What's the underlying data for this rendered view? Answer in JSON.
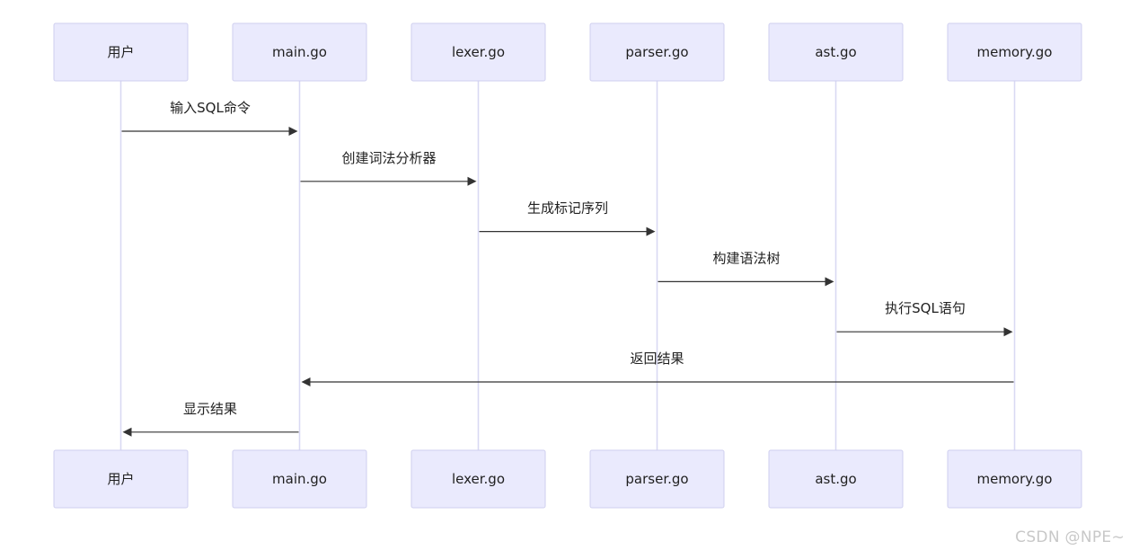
{
  "participants": [
    {
      "id": "user",
      "label": "用户"
    },
    {
      "id": "main",
      "label": "main.go"
    },
    {
      "id": "lexer",
      "label": "lexer.go"
    },
    {
      "id": "parser",
      "label": "parser.go"
    },
    {
      "id": "ast",
      "label": "ast.go"
    },
    {
      "id": "memory",
      "label": "memory.go"
    }
  ],
  "messages": [
    {
      "from": 0,
      "to": 1,
      "label": "输入SQL命令"
    },
    {
      "from": 1,
      "to": 2,
      "label": "创建词法分析器"
    },
    {
      "from": 2,
      "to": 3,
      "label": "生成标记序列"
    },
    {
      "from": 3,
      "to": 4,
      "label": "构建语法树"
    },
    {
      "from": 4,
      "to": 5,
      "label": "执行SQL语句"
    },
    {
      "from": 5,
      "to": 1,
      "label": "返回结果"
    },
    {
      "from": 1,
      "to": 0,
      "label": "显示结果"
    }
  ],
  "watermark": "CSDN @NPE~",
  "colors": {
    "actor_fill": "#eaeafd",
    "actor_border": "#cfcfef",
    "lifeline": "#d9d9f3",
    "arrow": "#333333"
  }
}
